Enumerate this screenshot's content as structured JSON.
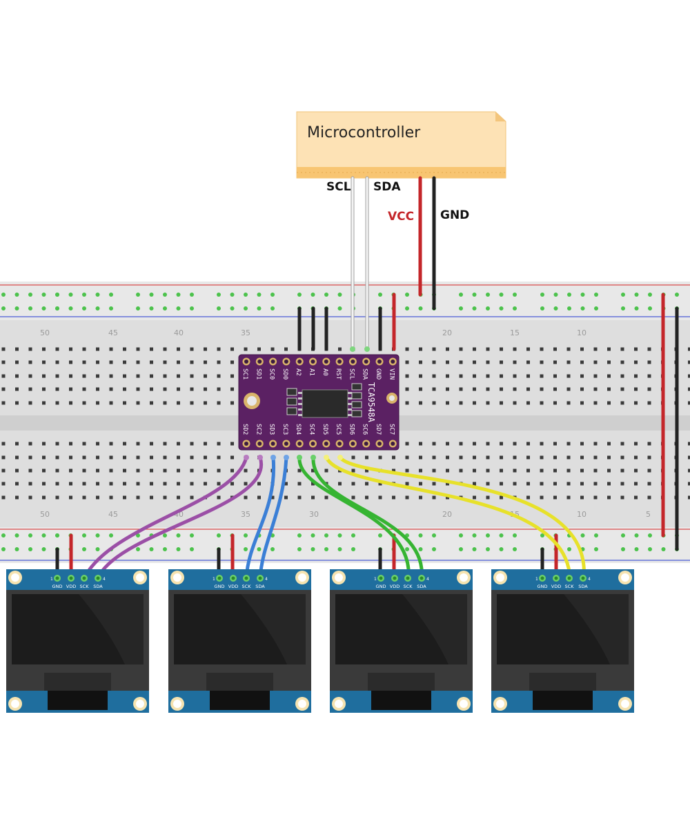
{
  "microcontroller": {
    "label": "Microcontroller"
  },
  "signals": {
    "scl": "SCL",
    "sda": "SDA",
    "vcc": "VCC",
    "gnd": "GND"
  },
  "breadboard": {
    "column_numbers_top": [
      "50",
      "45",
      "40",
      "35",
      "20",
      "15",
      "10"
    ],
    "column_numbers_bottom": [
      "50",
      "45",
      "40",
      "35",
      "30",
      "20",
      "15",
      "10",
      "5"
    ]
  },
  "mux": {
    "part": "TCA9548A",
    "top_pins": [
      "SC1",
      "SD1",
      "SC0",
      "SD0",
      "A2",
      "A1",
      "A0",
      "RST",
      "SCL",
      "SDA",
      "GND",
      "VIN"
    ],
    "bottom_pins": [
      "SD2",
      "SC2",
      "SD3",
      "SC3",
      "SD4",
      "SC4",
      "SD5",
      "SC5",
      "SD6",
      "SC6",
      "SD7",
      "SC7"
    ]
  },
  "oled_pin_labels": [
    "GND",
    "VDD",
    "SCK",
    "SDA"
  ],
  "oled_pin_numbers": [
    "1",
    "4"
  ],
  "oled_count": 4,
  "colors": {
    "wire_purple": "#9b4fa6",
    "wire_blue": "#3b7fd6",
    "wire_green": "#36b432",
    "wire_yellow": "#e7e12a",
    "wire_red": "#c4262a",
    "wire_black": "#222222",
    "wire_white": "#f2f2f2",
    "mux_board": "#5b2163",
    "oled_pcb": "#1f6e9e",
    "mcu_fill": "#fde2b5"
  }
}
